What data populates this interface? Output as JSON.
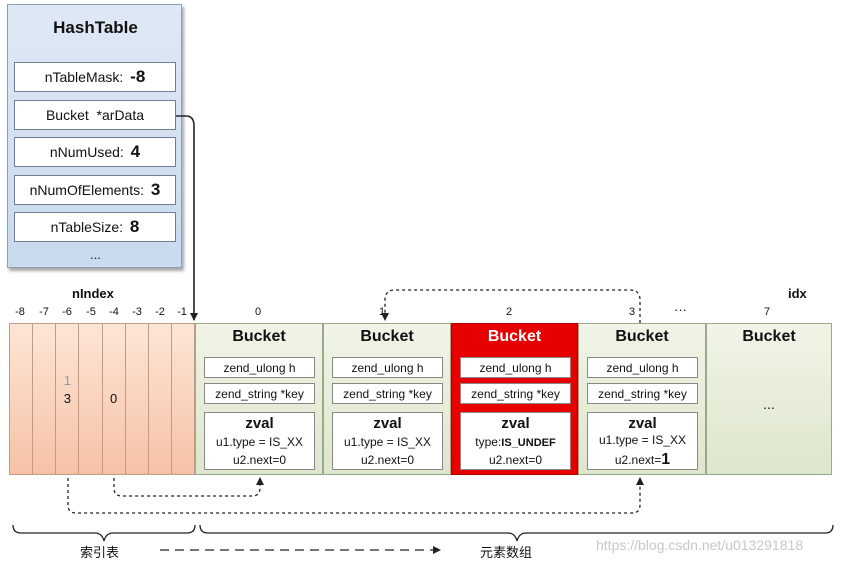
{
  "hashtable": {
    "title": "HashTable",
    "fields": [
      {
        "label": "nTableMask: ",
        "value": "-8"
      },
      {
        "label": "Bucket  *arData",
        "value": ""
      },
      {
        "label": "nNumUsed: ",
        "value": "4"
      },
      {
        "label": "nNumOfElements: ",
        "value": "3"
      },
      {
        "label": "nTableSize: ",
        "value": "8"
      }
    ],
    "more": "..."
  },
  "index_table": {
    "header": "nIndex",
    "labels": [
      "-8",
      "-7",
      "-6",
      "-5",
      "-4",
      "-3",
      "-2",
      "-1"
    ],
    "cell_minus6_old": "1",
    "cell_minus6_value": "3",
    "cell_minus4_value": "0"
  },
  "bucket_array": {
    "header": "idx",
    "ellipsis_label": "···",
    "indices": [
      "0",
      "1",
      "2",
      "3",
      "7"
    ],
    "buckets": [
      {
        "title": "Bucket",
        "h": "zend_ulong h",
        "key": "zend_string *key",
        "zval": "zval",
        "type": "u1.type = IS_XX",
        "next": "u2.next=0"
      },
      {
        "title": "Bucket",
        "h": "zend_ulong h",
        "key": "zend_string *key",
        "zval": "zval",
        "type": "u1.type = IS_XX",
        "next": "u2.next=0"
      },
      {
        "title": "Bucket",
        "h": "zend_ulong h",
        "key": "zend_string *key",
        "zval": "zval",
        "type_prefix": "type:",
        "type_value": "IS_UNDEF",
        "next": "u2.next=0"
      },
      {
        "title": "Bucket",
        "h": "zend_ulong h",
        "key": "zend_string *key",
        "zval": "zval",
        "type": "u1.type = IS_XX",
        "next_prefix": "u2.next=",
        "next_value": "1"
      },
      {
        "title": "Bucket",
        "ellipsis": "..."
      }
    ]
  },
  "legend": {
    "index_table_label": "索引表",
    "elements_label": "元素数组"
  },
  "watermark": "https://blog.csdn.net/u013291818",
  "colors": {
    "struct_bg": "#c9d9ee",
    "index_bg": "#f6c2a6",
    "bucket_bg": "#dde6cd",
    "deleted_bucket": "#e60000"
  }
}
